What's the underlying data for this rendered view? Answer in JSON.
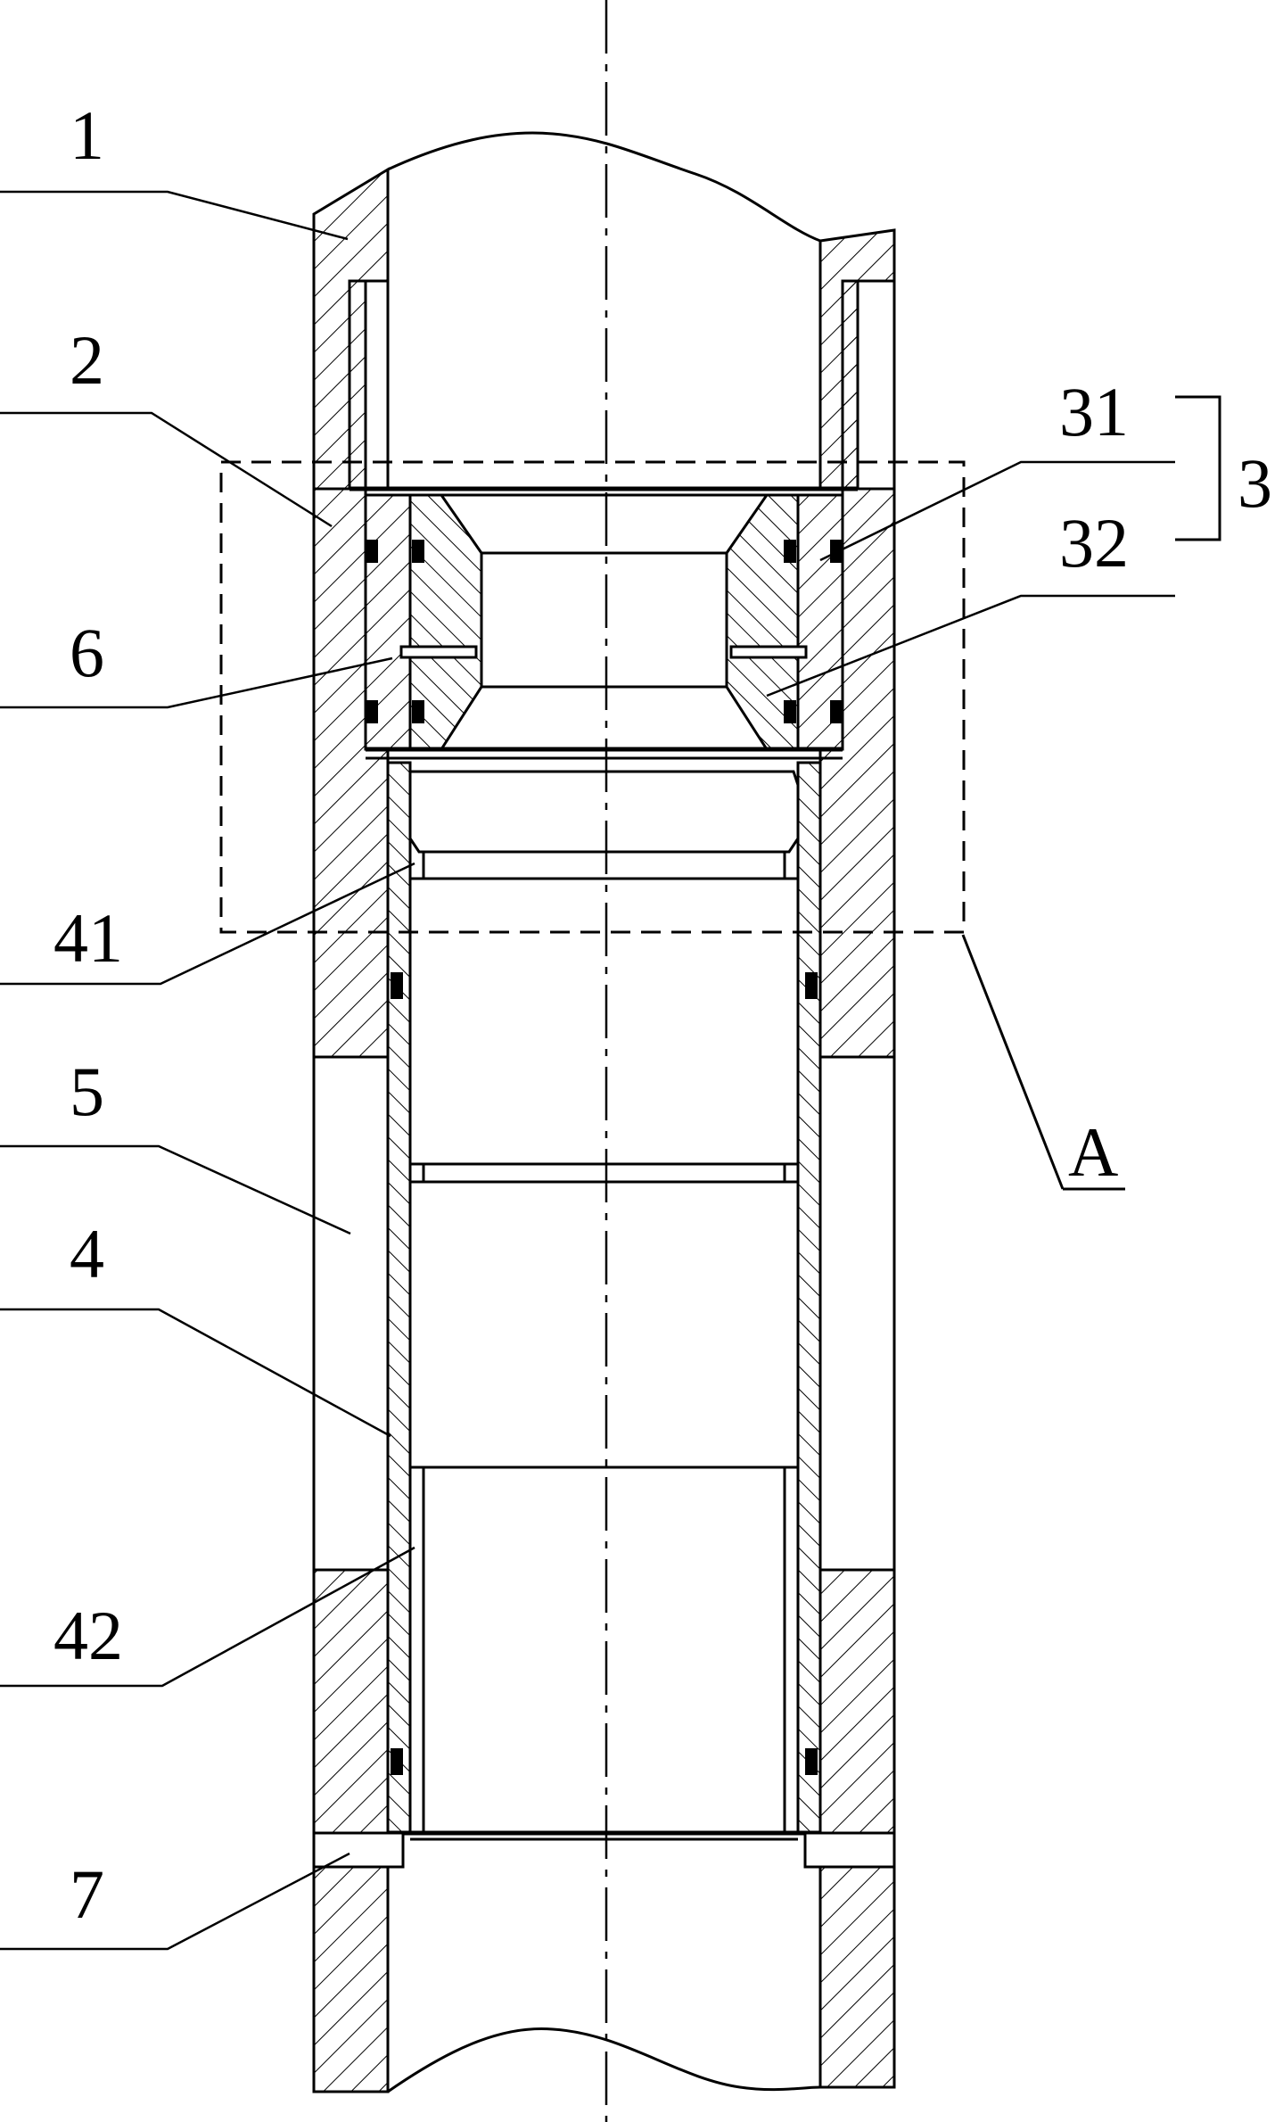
{
  "labels": {
    "l1": "1",
    "l2": "2",
    "l3": "3",
    "l4": "4",
    "l5": "5",
    "l6": "6",
    "l7": "7",
    "l31": "31",
    "l32": "32",
    "l41": "41",
    "l42": "42",
    "lA": "A"
  }
}
